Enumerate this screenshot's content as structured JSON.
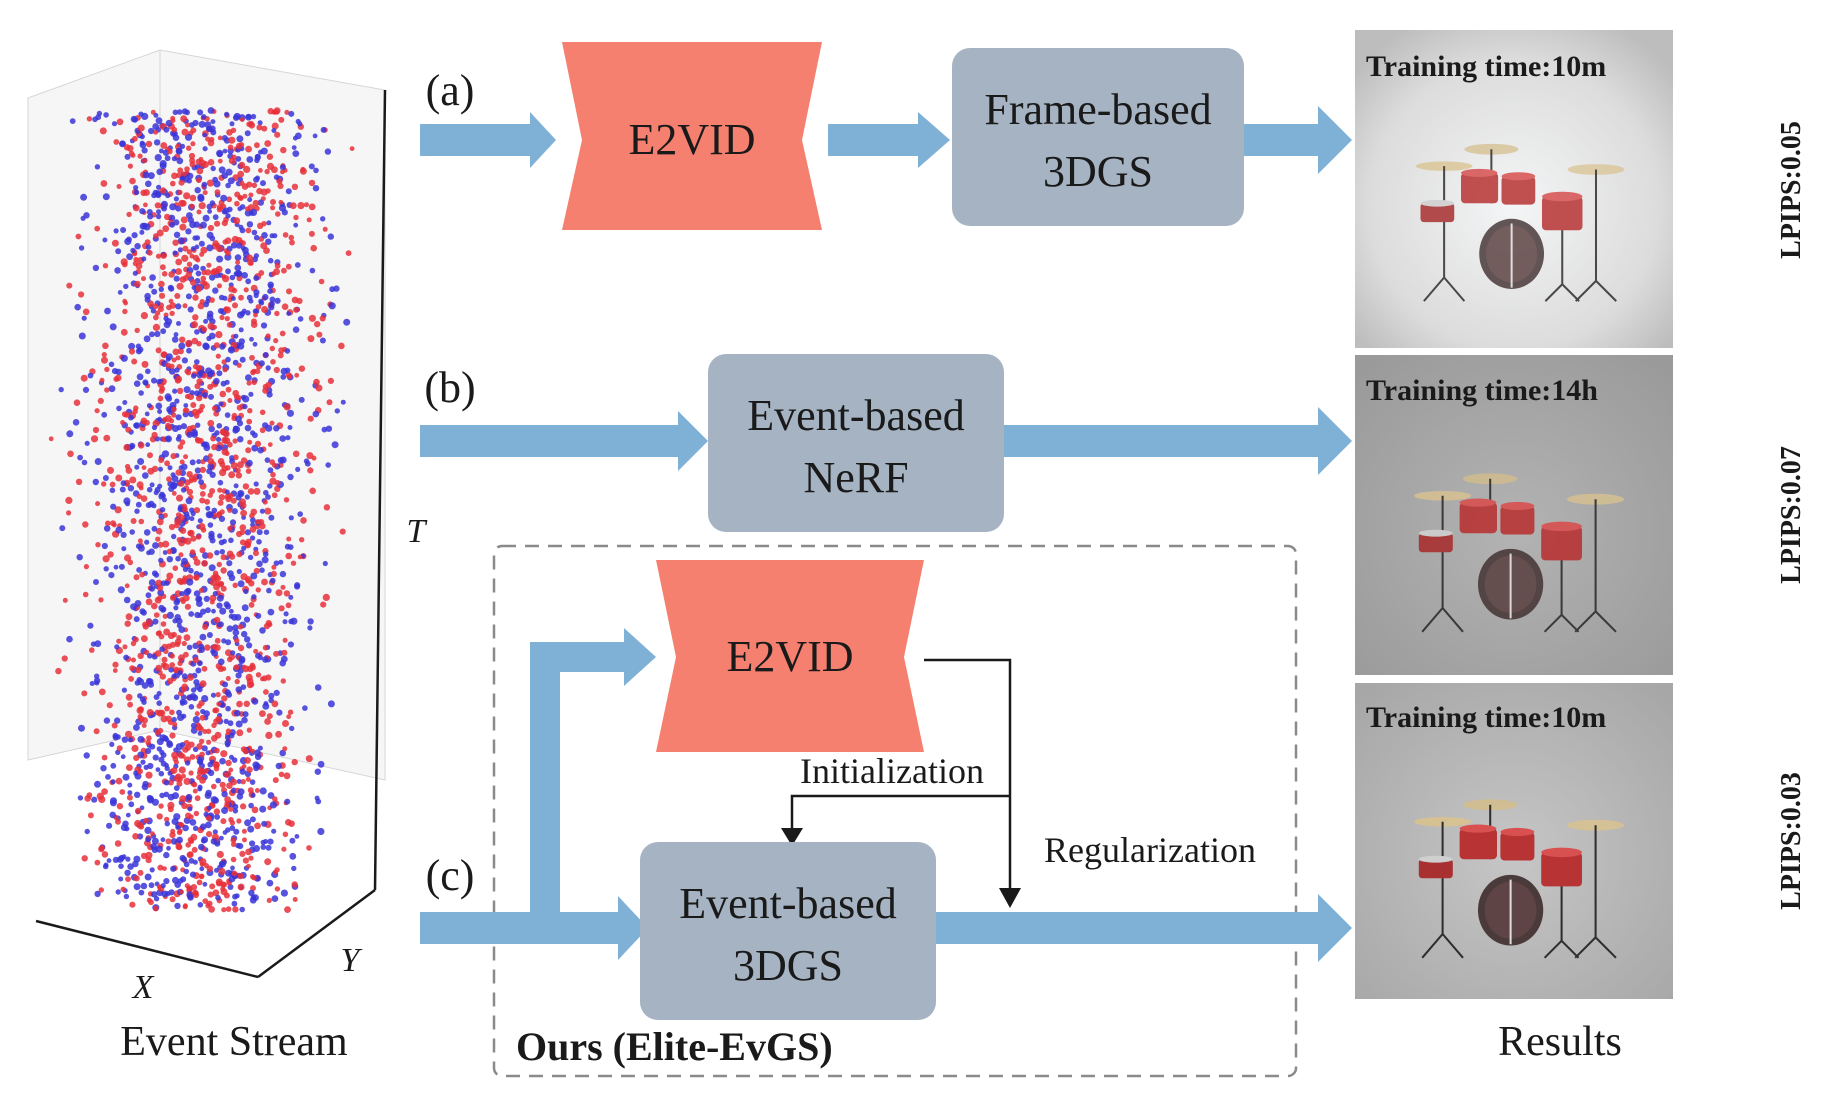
{
  "event_stream": {
    "axis_x": "X",
    "axis_y": "Y",
    "axis_t": "T",
    "caption": "Event Stream",
    "colors": {
      "positive": "#e8303a",
      "negative": "#3a35d8"
    }
  },
  "rows": {
    "a": {
      "marker": "(a)",
      "encoder": "E2VID",
      "model_line1": "Frame-based",
      "model_line2": "3DGS"
    },
    "b": {
      "marker": "(b)",
      "model_line1": "Event-based",
      "model_line2": "NeRF"
    },
    "c": {
      "marker": "(c)",
      "encoder": "E2VID",
      "model_line1": "Event-based",
      "model_line2": "3DGS",
      "init_label": "Initialization",
      "reg_label": "Regularization",
      "box_caption": "Ours (Elite-EvGS)"
    }
  },
  "results": {
    "caption": "Results",
    "items": [
      {
        "training_time": "Training time:10m",
        "lpips": "LPIPS:0.05"
      },
      {
        "training_time": "Training time:14h",
        "lpips": "LPIPS:0.07"
      },
      {
        "training_time": "Training time:10m",
        "lpips": "LPIPS:0.03"
      }
    ]
  },
  "colors": {
    "arrow": "#7fb0d6",
    "encoder": "#f6806f",
    "model_box": "#a5b3c2",
    "line": "#1a1a1a",
    "dashed": "#8a8a8a"
  }
}
